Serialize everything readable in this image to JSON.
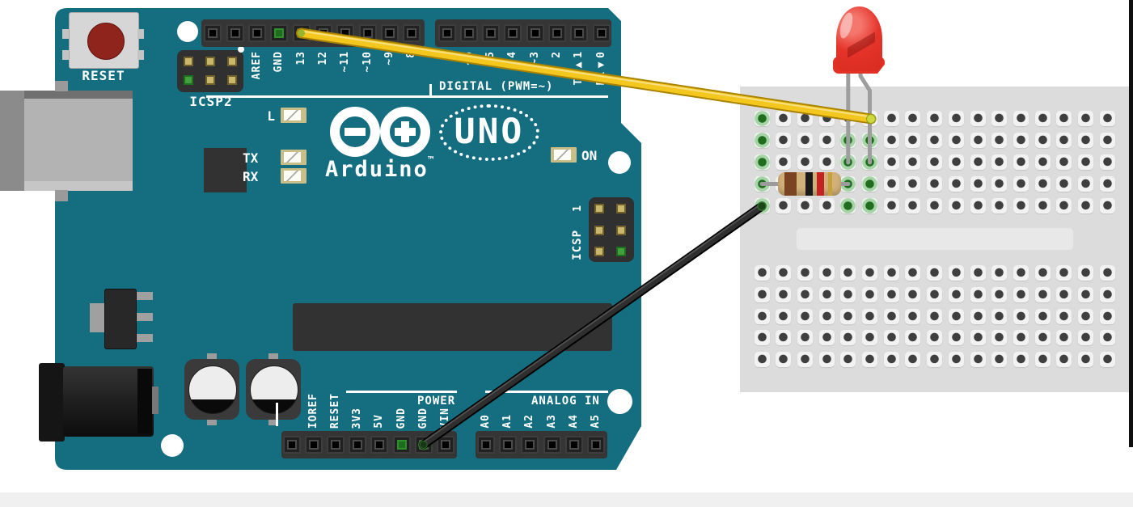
{
  "colors": {
    "board-teal": "#146e80",
    "breadboard-gray": "#dcdcdc",
    "wire-yellow": "#f3c71d",
    "wire-black": "#2f2f2f",
    "led-red": "#e5342a",
    "resistor-body": "#d2b079",
    "net-green": "#2e7d32",
    "silkscreen": "#ffffff"
  },
  "arduino": {
    "name": "Arduino UNO",
    "reset_button": "RESET",
    "icsp2_label": "ICSP2",
    "icsp_label": "ICSP",
    "icsp_pin1": "1",
    "digital_caption": "DIGITAL (PWM=~)",
    "digital_pins_left": [
      "",
      "",
      "AREF",
      "GND",
      "13",
      "12",
      "~11",
      "~10",
      "~9",
      "8"
    ],
    "digital_pins_right": [
      "7",
      "~6",
      "~5",
      "4",
      "~3",
      "2",
      "TX▶1",
      "RX◀0"
    ],
    "led_l": "L",
    "led_tx": "TX",
    "led_rx": "RX",
    "led_on": "ON",
    "logo_model": "UNO",
    "logo_brand": "Arduino",
    "logo_tm": "™",
    "power_caption": "POWER",
    "power_pins": [
      "",
      "IOREF",
      "RESET",
      "3V3",
      "5V",
      "GND",
      "GND",
      "VIN"
    ],
    "analog_caption": "ANALOG IN",
    "analog_pins": [
      "A0",
      "A1",
      "A2",
      "A3",
      "A4",
      "A5"
    ]
  },
  "breadboard": {
    "visible_columns": 17,
    "top_rows": 5,
    "bottom_rows": 5,
    "connected_top_holes": [
      {
        "col": 1,
        "rows": [
          1,
          2,
          3,
          4,
          5
        ]
      },
      {
        "col": 5,
        "rows": [
          2,
          3,
          4,
          5
        ]
      },
      {
        "col": 6,
        "rows": [
          2,
          3,
          4,
          5
        ]
      }
    ]
  },
  "circuit": {
    "led": {
      "type": "LED",
      "color": "red",
      "straight_leg_col": 5,
      "bent_leg_col": 6
    },
    "resistor": {
      "bands": [
        "brown",
        "black",
        "red",
        "gold"
      ],
      "from_col": 1,
      "to_col": 5,
      "row": 4
    },
    "wires": [
      {
        "color": "yellow",
        "from": "digital pin 13",
        "to": "breadboard top col 6 row 1"
      },
      {
        "color": "black",
        "from": "power pin GND",
        "to": "breadboard top col 1 row 5"
      }
    ]
  }
}
